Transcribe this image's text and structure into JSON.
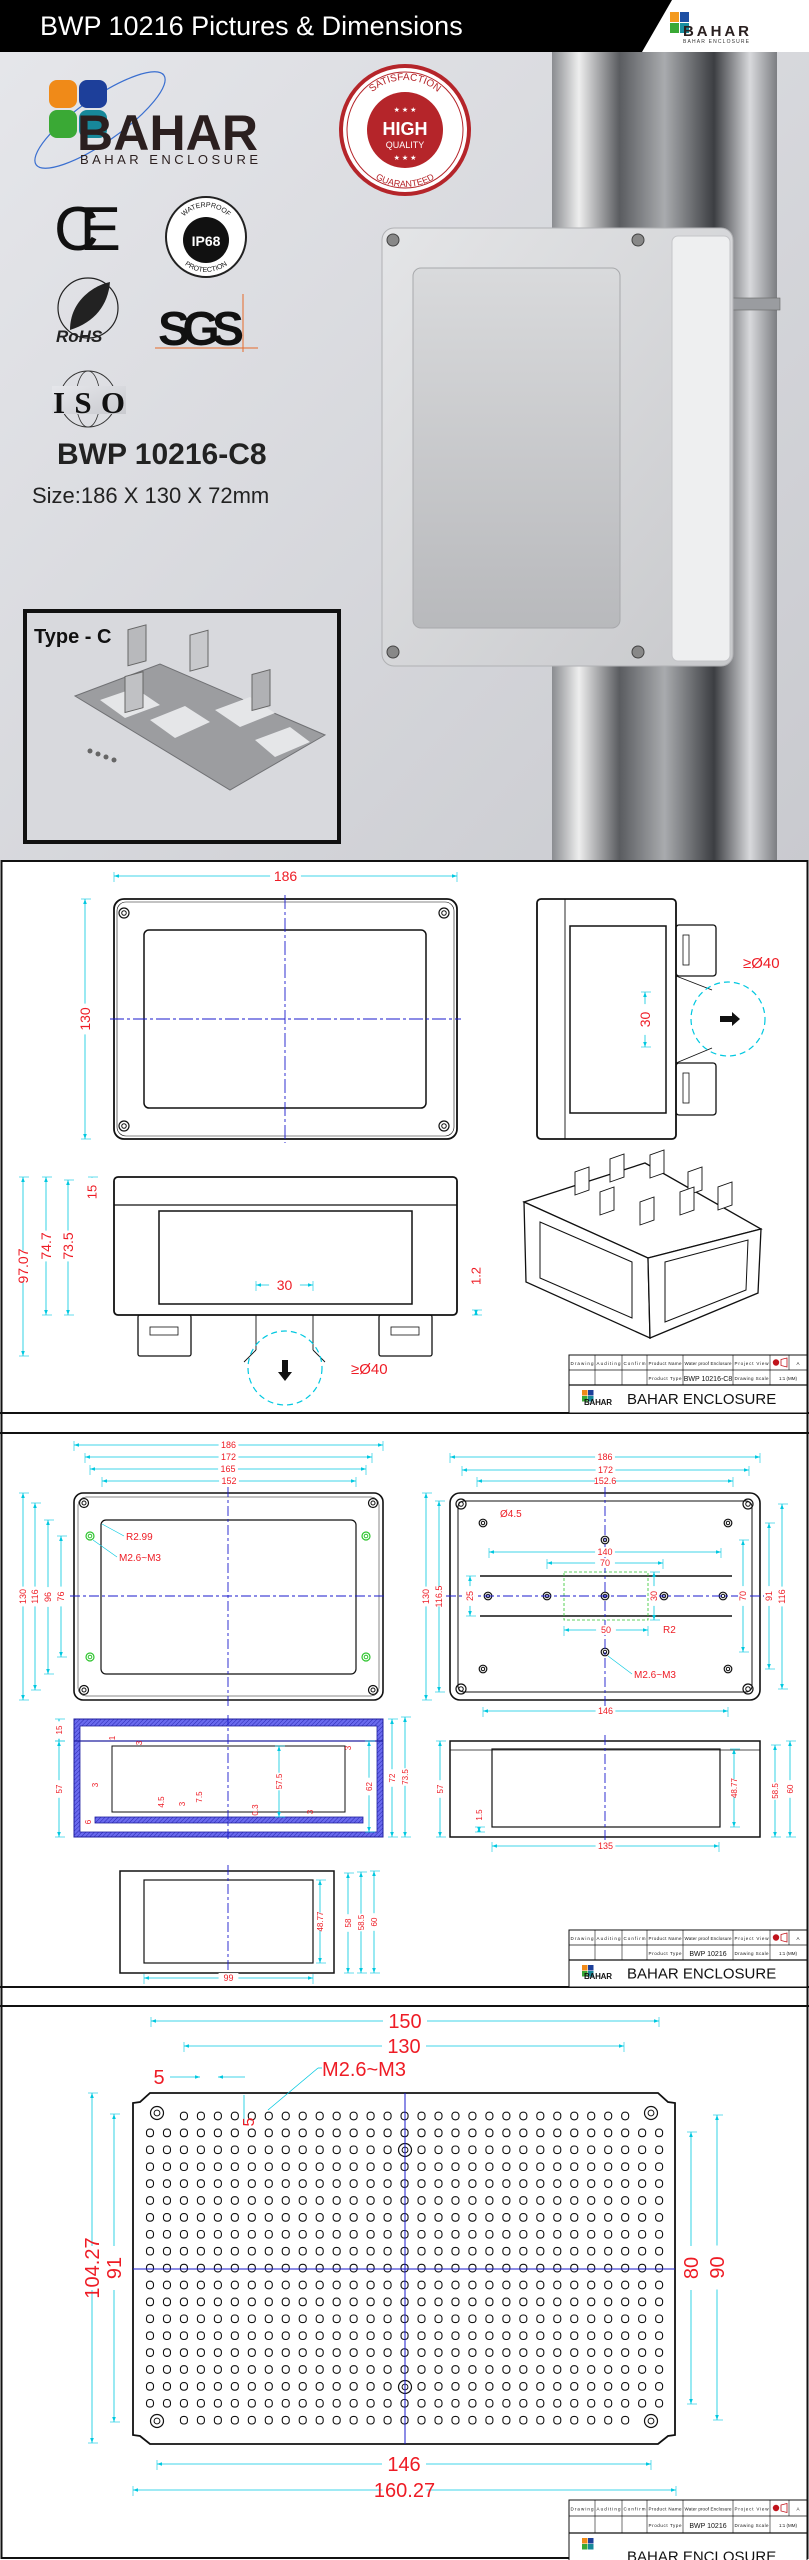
{
  "header": {
    "title": "BWP 10216 Pictures & Dimensions",
    "logo_brand": "BAHAR",
    "logo_sub": "BAHAR ENCLOSURE"
  },
  "brand": {
    "name": "BAHAR",
    "sub": "BAHAR ENCLOSURE"
  },
  "badges": {
    "seal_top": "SATISFACTION",
    "seal_main": "HIGH",
    "seal_sub": "QUALITY",
    "seal_bottom": "GUARANTEED",
    "stars": "★ ★ ★",
    "ce": "CE",
    "ip_top": "WATERPROOF",
    "ip_main": "IP68",
    "ip_bottom": "PROTECTION",
    "rohs": "RoHS",
    "sgs": "SGS",
    "iso": "ISO"
  },
  "product": {
    "model": "BWP 10216-C8",
    "size": "Size:186 X 130 X 72mm",
    "mount_type": "Type - C"
  },
  "colors": {
    "dimension_text": "#ee1c25",
    "dimension_line": "#00c8e0",
    "center_line": "#1a1acc",
    "seal_red": "#b5252a",
    "product_type": "#e020e0"
  },
  "title_block": {
    "drawing": "Drawing",
    "auditing": "Auditing",
    "confirm": "Confirm",
    "product_name_label": "Product Name",
    "product_name": "Water proof Enclosure",
    "project_view": "Project View",
    "sheet": "A",
    "product_type_label": "Product Type",
    "drawing_scale_label": "Drawing Scale",
    "drawing_scale": "1:1 (MM)",
    "company": "BAHAR  ENCLOSURE",
    "logo": "BAHAR"
  },
  "drawings": [
    {
      "product_type": "BWP 10216-C8",
      "dims": {
        "width": "186",
        "height": "130",
        "clip_gap_side": "30",
        "pole_side": "≥Ø40",
        "lid": "15",
        "total": "97.07",
        "h74_7": "74.7",
        "h73_5": "73.5",
        "clip_gap": "30",
        "foot": "1.2",
        "pole_bottom": "≥Ø40"
      }
    },
    {
      "product_type": "BWP 10216",
      "dims": {
        "l_w186": "186",
        "l_w172": "172",
        "l_w165": "165",
        "l_w152": "152",
        "l_h130": "130",
        "l_h116": "116",
        "l_h96": "96",
        "l_h76": "76",
        "l_r": "R2.99",
        "l_m": "M2.6~M3",
        "r_w186": "186",
        "r_w172": "172",
        "r_w152_6": "152.6",
        "r_w140": "140",
        "r_w70": "70",
        "r_w50": "50",
        "r_w146": "146",
        "r_h130": "130",
        "r_h116_5": "116.5",
        "r_h25": "25",
        "r_h30": "30",
        "r_h70": "70",
        "r_h91": "91",
        "r_h116": "116",
        "r_d": "Ø4.5",
        "r_r": "R2",
        "r_m": "M2.6~M3",
        "s_15": "15",
        "s_57": "57",
        "s_1": "1",
        "s_3a": "3",
        "s_3b": "3",
        "s_3c": "3",
        "s_57_5": "57.5",
        "s_62": "62",
        "s_72": "72",
        "s_73_5": "73.5",
        "s_4_5": "4.5",
        "s_3d": "3",
        "s_7_5": "7.5",
        "s_0_3": "0.3",
        "s_3e": "3",
        "s_6": "6",
        "e_57": "57",
        "e_1_5": "1.5",
        "e_48_77": "48.77",
        "e_58_5": "58.5",
        "e_60": "60",
        "e_135": "135",
        "f_48_77": "48.77",
        "f_58": "58",
        "f_58_5": "58.5",
        "f_60": "60",
        "f_99": "99"
      }
    },
    {
      "product_type": "BWP 10216",
      "dims": {
        "w150": "150",
        "w130": "130",
        "pitch_h": "5",
        "pitch_v": "5",
        "thread": "M2.6~M3",
        "h104_27": "104.27",
        "h91": "91",
        "h80": "80",
        "h90": "90",
        "w146": "146",
        "w160_27": "160.27"
      }
    }
  ]
}
